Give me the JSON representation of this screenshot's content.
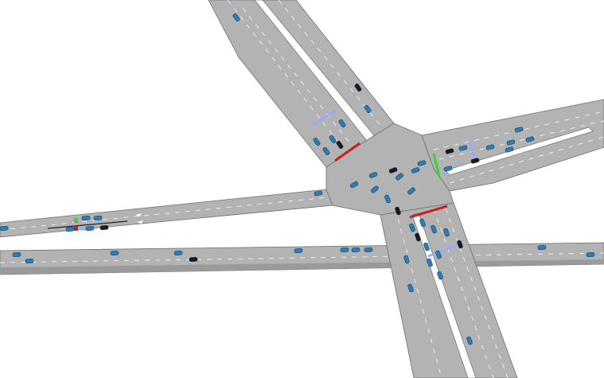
{
  "scene": {
    "colors": {
      "background": "#ffffff",
      "road": "#b3b3b3",
      "road_outline": "#6e6e6e",
      "lane_marking": "#f2f2f2",
      "signal_red": "#cc1f1f",
      "signal_green": "#3ad13a",
      "detector": "#9aa8ff",
      "vehicle": "#2a7db8",
      "vehicle_dark": "#1a1a1a"
    },
    "signals": {
      "north_stopline": "red",
      "east_stopline": "green",
      "south_stopline": "red",
      "west_stopline": "green"
    }
  }
}
